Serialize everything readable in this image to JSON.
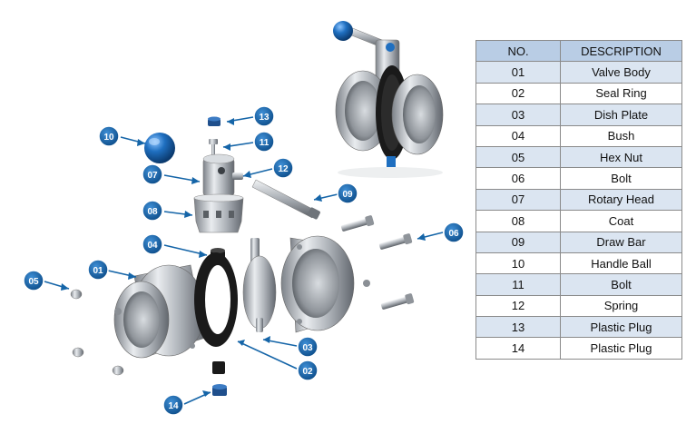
{
  "table": {
    "header_no": "NO.",
    "header_desc": "DESCRIPTION",
    "rows": [
      {
        "no": "01",
        "desc": "Valve Body"
      },
      {
        "no": "02",
        "desc": "Seal Ring"
      },
      {
        "no": "03",
        "desc": "Dish Plate"
      },
      {
        "no": "04",
        "desc": "Bush"
      },
      {
        "no": "05",
        "desc": "Hex Nut"
      },
      {
        "no": "06",
        "desc": "Bolt"
      },
      {
        "no": "07",
        "desc": "Rotary Head"
      },
      {
        "no": "08",
        "desc": "Coat"
      },
      {
        "no": "09",
        "desc": "Draw Bar"
      },
      {
        "no": "10",
        "desc": "Handle Ball"
      },
      {
        "no": "11",
        "desc": "Bolt"
      },
      {
        "no": "12",
        "desc": "Spring"
      },
      {
        "no": "13",
        "desc": "Plastic Plug"
      },
      {
        "no": "14",
        "desc": "Plastic Plug"
      }
    ]
  },
  "callouts": {
    "c01": "01",
    "c02": "02",
    "c03": "03",
    "c04": "04",
    "c05": "05",
    "c06": "06",
    "c07": "07",
    "c08": "08",
    "c09": "09",
    "c10": "10",
    "c11": "11",
    "c12": "12",
    "c13": "13",
    "c14": "14"
  },
  "colors": {
    "callout_blue": "#1565a8",
    "table_header_bg": "#b9cde5",
    "table_alt_bg": "#dbe5f1",
    "steel": "#b8bcc2",
    "seal_black": "#1a1a1a",
    "handle_blue": "#1f6fc0"
  }
}
